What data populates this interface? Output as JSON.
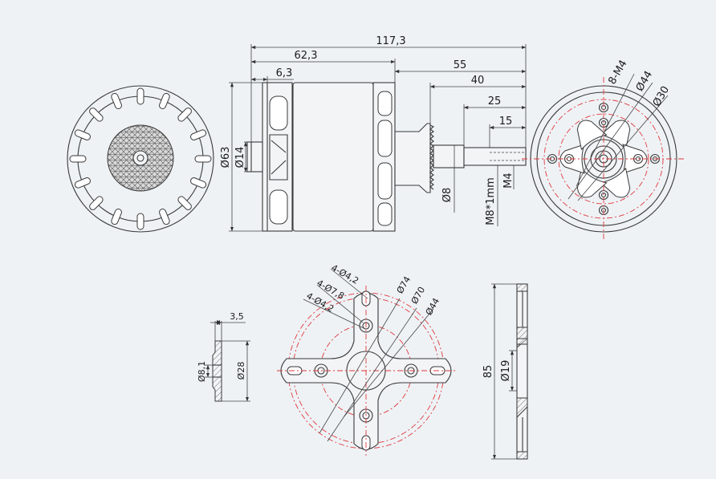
{
  "dimensions": {
    "total_length": "117,3",
    "body_length": "62,3",
    "base_thickness": "6,3",
    "shaft_55": "55",
    "shaft_40": "40",
    "shaft_25": "25",
    "shaft_15": "15",
    "diameter_63": "Ø63",
    "diameter_14": "Ø14",
    "diameter_8": "Ø8",
    "thread_m8": "M8*1mm",
    "thread_m4": "M4",
    "mount_8m4": "8-M4",
    "mount_d44": "Ø44",
    "mount_d30": "Ø30",
    "flange_4d42_top": "4-Ø4,2",
    "flange_4d78": "4-Ø7,8",
    "flange_4d42_bottom": "4-Ø4,2",
    "flange_d74": "Ø74",
    "flange_d70": "Ø70",
    "flange_d44": "Ø44",
    "collet_35": "3,5",
    "collet_d81": "Ø8,1",
    "collet_d28": "Ø28",
    "side_85": "85",
    "side_d19": "Ø19"
  },
  "colors": {
    "background": "#eef2f5",
    "outline": "#3a3a3a",
    "center_line": "#e0393e"
  }
}
